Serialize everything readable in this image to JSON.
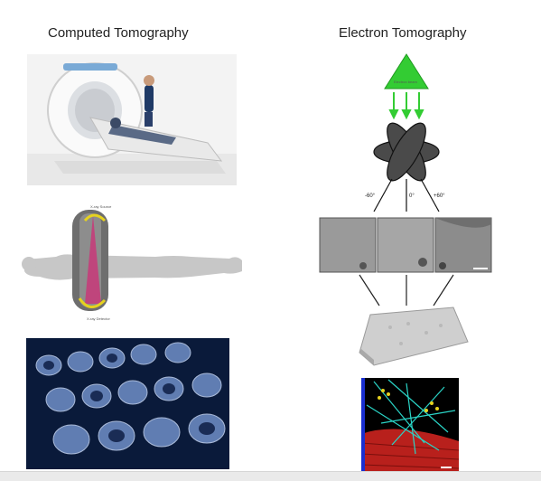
{
  "left": {
    "title": "Computed Tomography",
    "diagram": {
      "source_label": "X-ray Source",
      "detector_label": "X-ray Detector"
    }
  },
  "right": {
    "title": "Electron Tomography",
    "beam_label": "Electron beam",
    "tilt_angles": [
      "-60°",
      "0°",
      "+60°"
    ]
  },
  "colors": {
    "beam_green": "#33cc33",
    "ring_yellow": "#e6d21e",
    "fan_magenta": "#c43d7a",
    "tomogram_red": "#b8201c",
    "filament_cyan": "#2ad4c6"
  }
}
